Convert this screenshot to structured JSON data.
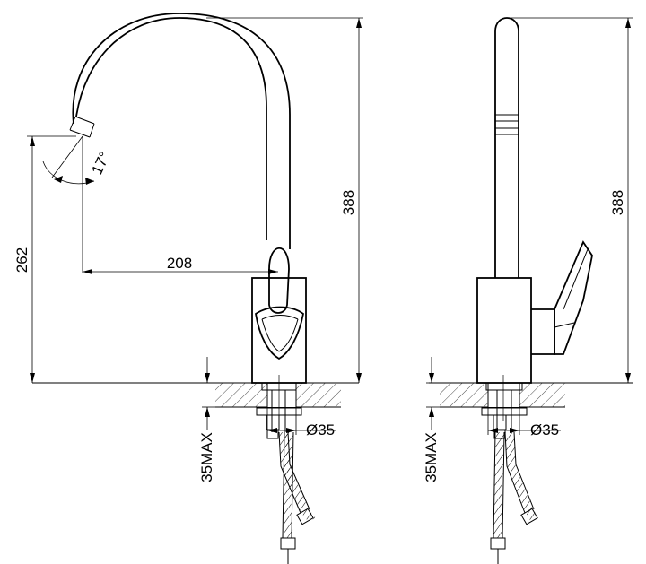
{
  "front_view": {
    "height_label": "388",
    "spout_height_label": "262",
    "reach_label": "208",
    "angle_label": "17°",
    "hole_diameter_label": "Ø35",
    "max_thickness_label": "35MAX"
  },
  "side_view": {
    "height_label": "388",
    "hole_diameter_label": "Ø35",
    "max_thickness_label": "35MAX"
  }
}
